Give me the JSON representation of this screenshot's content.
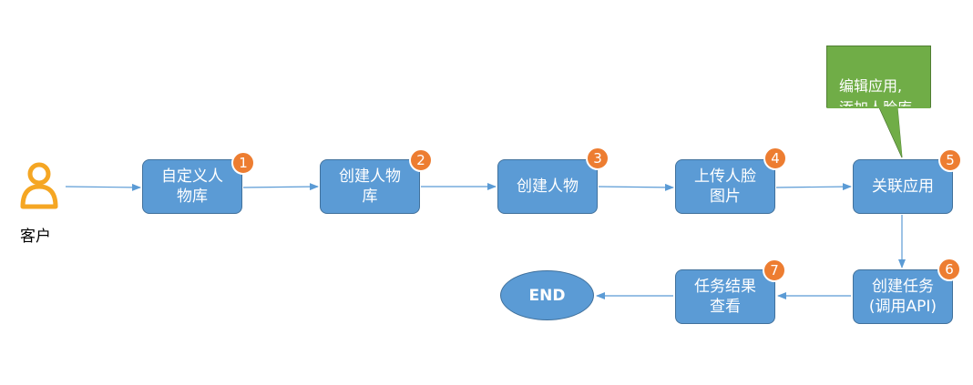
{
  "actor": {
    "label": "客户",
    "icon": "user-icon",
    "color": "#f5a623"
  },
  "steps": [
    {
      "number": "1",
      "label": "自定义人\n物库"
    },
    {
      "number": "2",
      "label": "创建人物\n库"
    },
    {
      "number": "3",
      "label": "创建人物"
    },
    {
      "number": "4",
      "label": "上传人脸\n图片"
    },
    {
      "number": "5",
      "label": "关联应用"
    },
    {
      "number": "6",
      "label": "创建任务\n(调用API)"
    },
    {
      "number": "7",
      "label": "任务结果\n查看"
    }
  ],
  "end": {
    "label": "END"
  },
  "callout": {
    "label": "编辑应用,\n添加人脸库"
  },
  "colors": {
    "step_fill": "#5b9bd5",
    "badge_fill": "#ed7d31",
    "callout_fill": "#70ad47",
    "connector": "#5b9bd5"
  }
}
